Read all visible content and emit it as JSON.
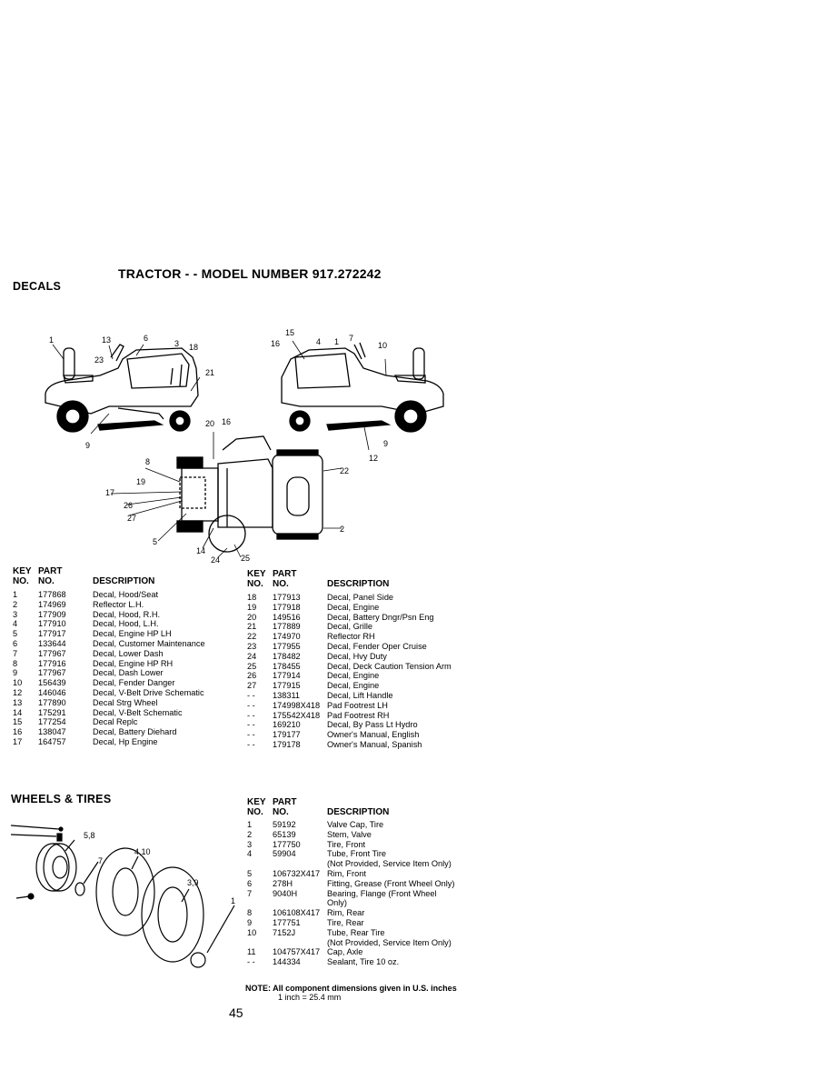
{
  "header": {
    "title": "TRACTOR - - MODEL NUMBER 917.272242",
    "section_decals": "DECALS",
    "section_wheels": "WHEELS & TIRES"
  },
  "column_headers": {
    "key": "KEY",
    "no": "NO.",
    "part": "PART",
    "description": "DESCRIPTION"
  },
  "diagram_labels": {
    "decals": [
      "1",
      "13",
      "6",
      "3",
      "18",
      "23",
      "21",
      "9",
      "15",
      "16",
      "4",
      "1",
      "7",
      "10",
      "9",
      "12",
      "20",
      "16",
      "8",
      "19",
      "17",
      "26",
      "27",
      "5",
      "22",
      "2",
      "14",
      "24",
      "25"
    ],
    "wheels": [
      "5,8",
      "7",
      "4,10",
      "3,9",
      "1"
    ]
  },
  "decals_left": [
    {
      "key": "1",
      "part": "177868",
      "desc": "Decal, Hood/Seat"
    },
    {
      "key": "2",
      "part": "174969",
      "desc": "Reflector  L.H."
    },
    {
      "key": "3",
      "part": "177909",
      "desc": "Decal, Hood, R.H."
    },
    {
      "key": "4",
      "part": "177910",
      "desc": "Decal, Hood, L.H."
    },
    {
      "key": "5",
      "part": "177917",
      "desc": "Decal, Engine HP LH"
    },
    {
      "key": "6",
      "part": "133644",
      "desc": "Decal, Customer Maintenance"
    },
    {
      "key": "7",
      "part": "177967",
      "desc": "Decal, Lower Dash"
    },
    {
      "key": "8",
      "part": "177916",
      "desc": "Decal, Engine HP RH"
    },
    {
      "key": "9",
      "part": "177967",
      "desc": "Decal, Dash Lower"
    },
    {
      "key": "10",
      "part": "156439",
      "desc": "Decal, Fender Danger"
    },
    {
      "key": "12",
      "part": "146046",
      "desc": "Decal, V-Belt Drive Schematic"
    },
    {
      "key": "13",
      "part": "177890",
      "desc": "Decal Strg Wheel"
    },
    {
      "key": "14",
      "part": "175291",
      "desc": "Decal, V-Belt Schematic"
    },
    {
      "key": "15",
      "part": "177254",
      "desc": "Decal Replc"
    },
    {
      "key": "16",
      "part": "138047",
      "desc": "Decal, Battery Diehard"
    },
    {
      "key": "17",
      "part": "164757",
      "desc": "Decal, Hp Engine"
    }
  ],
  "decals_right": [
    {
      "key": "18",
      "part": "177913",
      "desc": "Decal, Panel Side"
    },
    {
      "key": "19",
      "part": "177918",
      "desc": "Decal, Engine"
    },
    {
      "key": "20",
      "part": "149516",
      "desc": "Decal, Battery Dngr/Psn Eng"
    },
    {
      "key": "21",
      "part": "177889",
      "desc": "Decal, Grille"
    },
    {
      "key": "22",
      "part": "174970",
      "desc": "Reflector RH"
    },
    {
      "key": "23",
      "part": "177955",
      "desc": "Decal, Fender Oper Cruise"
    },
    {
      "key": "24",
      "part": "178482",
      "desc": "Decal, Hvy Duty"
    },
    {
      "key": "25",
      "part": "178455",
      "desc": "Decal, Deck Caution Tension Arm"
    },
    {
      "key": "26",
      "part": "177914",
      "desc": "Decal, Engine"
    },
    {
      "key": "27",
      "part": "177915",
      "desc": "Decal, Engine"
    },
    {
      "key": "- -",
      "part": "138311",
      "desc": "Decal, Lift Handle"
    },
    {
      "key": "- -",
      "part": "174998X418",
      "desc": "Pad Footrest LH"
    },
    {
      "key": "- -",
      "part": "175542X418",
      "desc": "Pad Footrest RH"
    },
    {
      "key": "- -",
      "part": "169210",
      "desc": "Decal, By Pass Lt Hydro"
    },
    {
      "key": "- -",
      "part": "179177",
      "desc": "Owner's Manual, English"
    },
    {
      "key": "- -",
      "part": "179178",
      "desc": "Owner's Manual, Spanish"
    }
  ],
  "wheels": [
    {
      "key": "1",
      "part": "59192",
      "desc": "Valve Cap, Tire"
    },
    {
      "key": "2",
      "part": "65139",
      "desc": "Stem, Valve"
    },
    {
      "key": "3",
      "part": "177750",
      "desc": "Tire, Front"
    },
    {
      "key": "4",
      "part": "59904",
      "desc": "Tube, Front Tire"
    },
    {
      "key": "",
      "part": "",
      "desc": "(Not Provided, Service Item Only)"
    },
    {
      "key": "5",
      "part": "106732X417",
      "desc": "Rim, Front"
    },
    {
      "key": "6",
      "part": "278H",
      "desc": "Fitting, Grease (Front Wheel Only)"
    },
    {
      "key": "7",
      "part": "9040H",
      "desc": "Bearing, Flange (Front Wheel"
    },
    {
      "key": "",
      "part": "",
      "desc": "Only)"
    },
    {
      "key": "8",
      "part": "106108X417",
      "desc": "Rim, Rear"
    },
    {
      "key": "9",
      "part": "177751",
      "desc": "Tire, Rear"
    },
    {
      "key": "10",
      "part": "7152J",
      "desc": "Tube, Rear Tire"
    },
    {
      "key": "",
      "part": "",
      "desc": "(Not Provided, Service Item Only)"
    },
    {
      "key": "11",
      "part": "104757X417",
      "desc": "Cap, Axle"
    },
    {
      "key": "- -",
      "part": "144334",
      "desc": "Sealant, Tire 10 oz."
    }
  ],
  "note": {
    "line1": "NOTE: All component dimensions given in U.S. inches",
    "line2": "1 inch = 25.4 mm"
  },
  "page_number": "45"
}
